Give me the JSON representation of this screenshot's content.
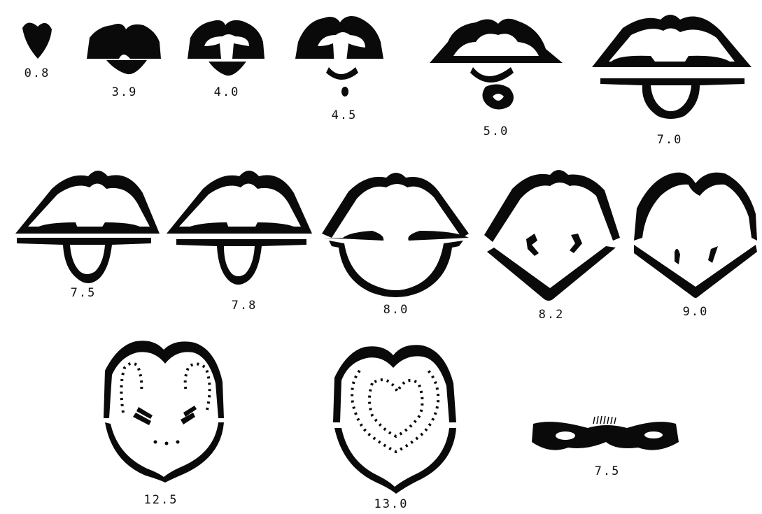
{
  "figures": [
    {
      "id": "f1",
      "label": "0.8"
    },
    {
      "id": "f2",
      "label": "3.9"
    },
    {
      "id": "f3",
      "label": "4.0"
    },
    {
      "id": "f4",
      "label": "4.5"
    },
    {
      "id": "f5",
      "label": "5.0"
    },
    {
      "id": "f6",
      "label": "7.0"
    },
    {
      "id": "f7",
      "label": "7.5"
    },
    {
      "id": "f8",
      "label": "7.8"
    },
    {
      "id": "f9",
      "label": "8.0"
    },
    {
      "id": "f10",
      "label": "8.2"
    },
    {
      "id": "f11",
      "label": "9.0"
    },
    {
      "id": "f12",
      "label": "12.5"
    },
    {
      "id": "f13",
      "label": "13.0"
    },
    {
      "id": "f14",
      "label": "7.5"
    }
  ],
  "colors": {
    "ink": "#0a0a0a",
    "paper": "#ffffff"
  }
}
